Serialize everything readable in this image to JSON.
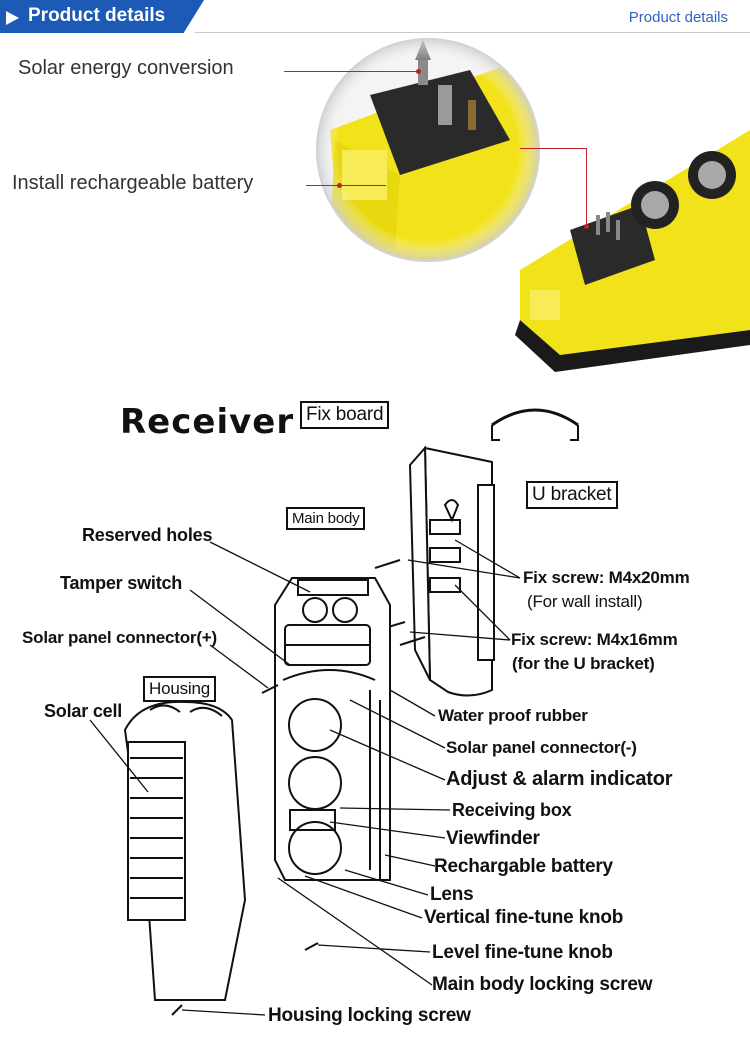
{
  "header": {
    "title": "Product details",
    "right_label": "Product details"
  },
  "photo_callouts": {
    "solar": "Solar energy conversion",
    "battery": "Install rechargeable battery"
  },
  "diagram": {
    "title": "Receiver",
    "labels": {
      "fix_board": "Fix board",
      "u_bracket": "U bracket",
      "main_body": "Main body",
      "reserved_holes": "Reserved holes",
      "tamper_switch": "Tamper switch",
      "solar_conn_pos": "Solar panel connector(+)",
      "housing": "Housing",
      "solar_cell": "Solar cell",
      "fix_screw_20": "Fix screw: M4x20mm",
      "wall_install": "(For wall install)",
      "fix_screw_16": "Fix screw: M4x16mm",
      "u_bracket_note": "(for the U bracket)",
      "water_proof": "Water proof rubber",
      "solar_conn_neg": "Solar panel connector(-)",
      "adjust_alarm": "Adjust & alarm indicator",
      "receiving_box": "Receiving box",
      "viewfinder": "Viewfinder",
      "battery": "Rechargable battery",
      "lens": "Lens",
      "vertical_knob": "Vertical fine-tune knob",
      "level_knob": "Level fine-tune knob",
      "main_lock": "Main body locking screw",
      "housing_lock": "Housing locking screw"
    }
  },
  "colors": {
    "header_blue": "#1c5ab5",
    "device_yellow": "#f2e21a",
    "leader_red": "#c0202a"
  }
}
